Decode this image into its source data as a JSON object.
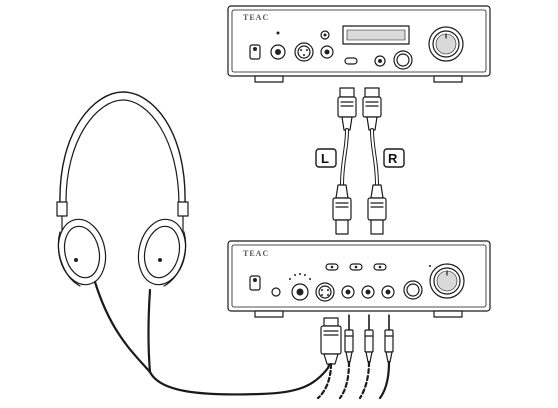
{
  "top_unit": {
    "brand": "TEAC"
  },
  "bottom_unit": {
    "brand": "TEAC"
  },
  "channel_labels": {
    "left": "L",
    "right": "R"
  },
  "colors": {
    "line": "#1a1a1a",
    "body": "#ffffff",
    "shade": "#d9d9d9",
    "dark": "#222222"
  },
  "icons": [
    "headphones-icon",
    "xlr-connector-icon",
    "trs-plug-icon"
  ]
}
